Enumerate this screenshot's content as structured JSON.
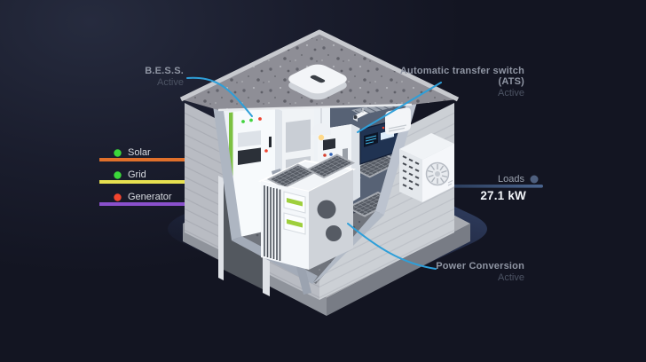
{
  "callouts": {
    "bess": {
      "title": "B.E.S.S.",
      "status": "Active"
    },
    "ats": {
      "title_line1": "Automatic transfer switch",
      "title_line2": "(ATS)",
      "status": "Active"
    },
    "power_conversion": {
      "title": "Power Conversion",
      "status": "Active"
    }
  },
  "loads": {
    "label": "Loads",
    "value": "27.1 kW",
    "dot_color": "#4e5f7e",
    "line_color": "#41608c"
  },
  "legend": [
    {
      "label": "Solar",
      "dot_color": "#3bd83a",
      "line_color": "#e0702b"
    },
    {
      "label": "Grid",
      "dot_color": "#3bd83a",
      "line_color": "#e6e050"
    },
    {
      "label": "Generator",
      "dot_color": "#f2452e",
      "line_color": "#8a50cc"
    }
  ],
  "colors": {
    "connector": "#2e9fd9",
    "led_green": "#9ecf3c",
    "bess_stripe": "#7cc142",
    "ats_screen": "#41b9e9",
    "status_green": "#43d33f",
    "status_red": "#ef4430"
  }
}
